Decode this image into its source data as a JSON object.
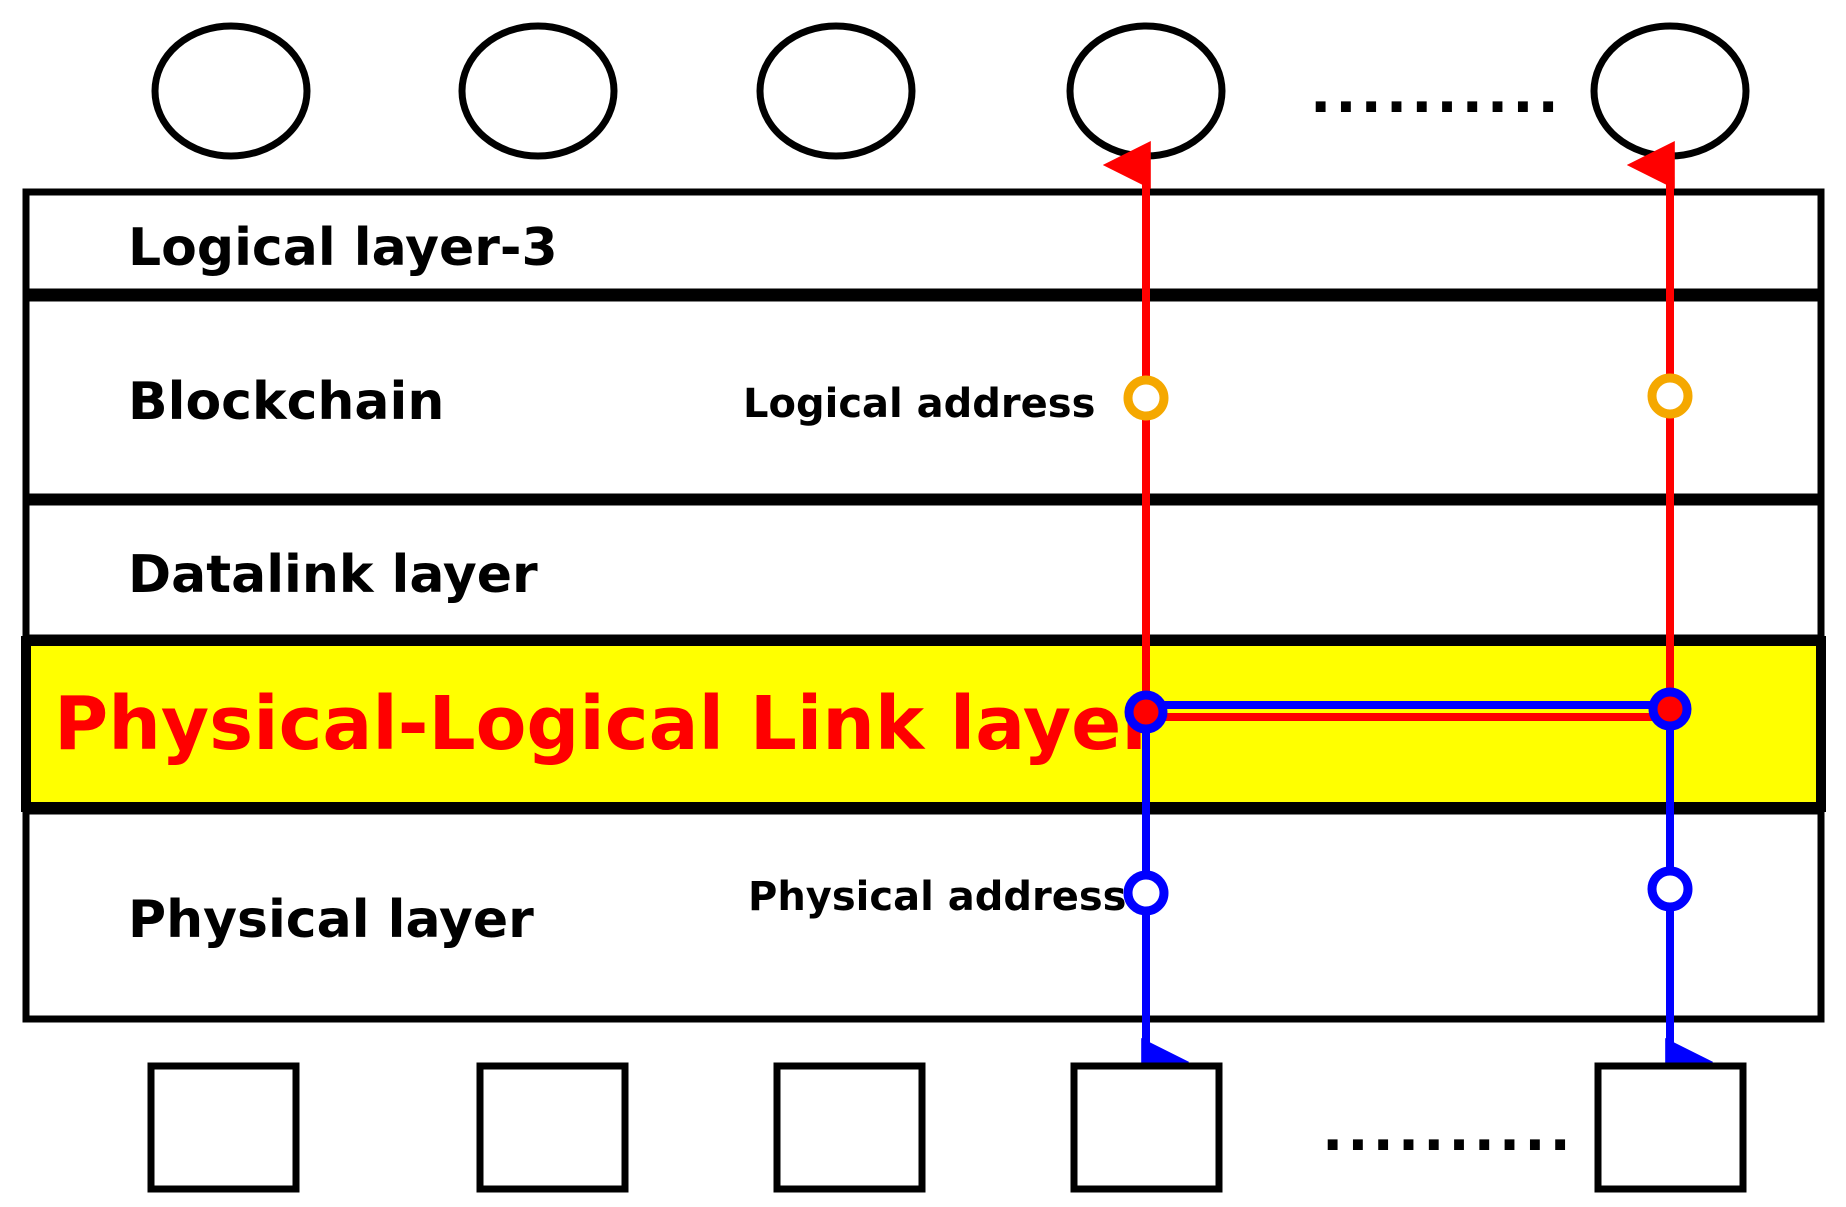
{
  "layers": [
    {
      "label": "Logical layer-3"
    },
    {
      "label": "Blockchain"
    },
    {
      "label": "Datalink layer"
    },
    {
      "label": "Physical-Logical Link layer"
    },
    {
      "label": "Physical layer"
    }
  ],
  "address_labels": {
    "logical": "Logical address",
    "physical": "Physical address"
  },
  "ellipsis": "..........",
  "colors": {
    "highlight_fill": "#ffff00",
    "highlight_text": "#ff0000",
    "logical_path": "#ff0000",
    "physical_path": "#0000ff",
    "logical_node": "#f5a800",
    "outline": "#000000"
  }
}
